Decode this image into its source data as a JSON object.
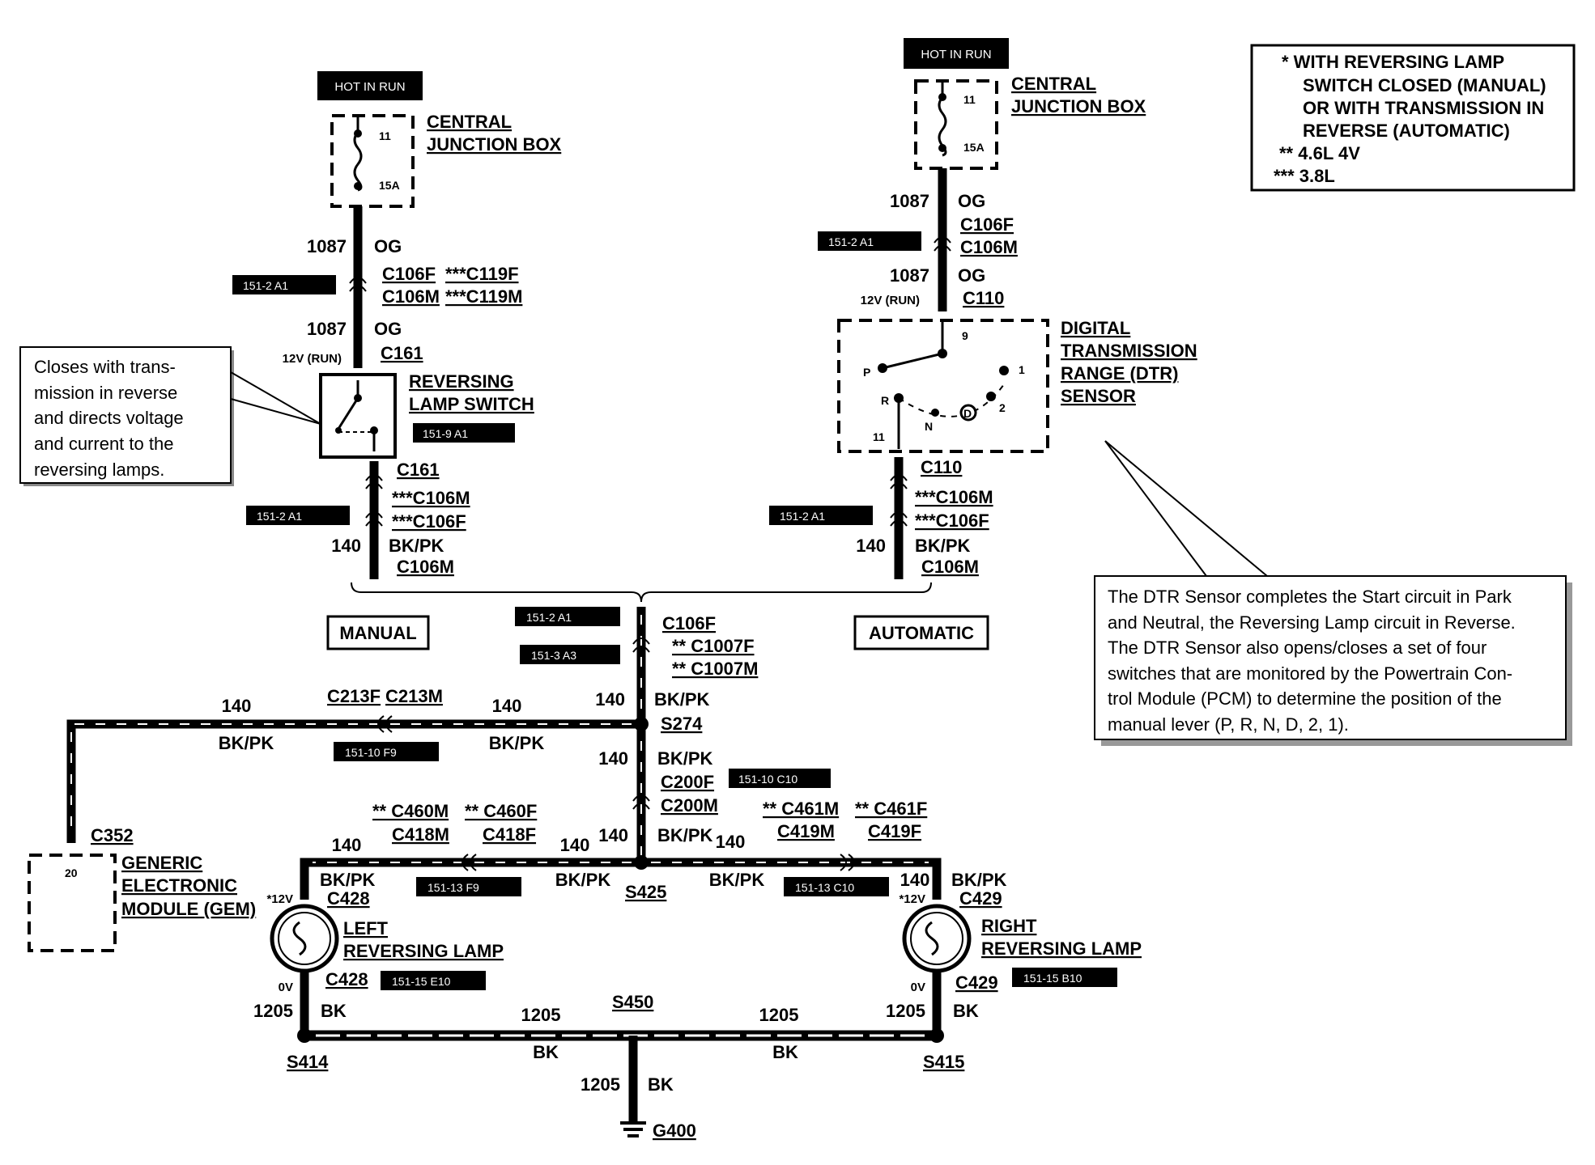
{
  "legend": {
    "line1": "* WITH REVERSING LAMP",
    "line2": "SWITCH CLOSED (MANUAL)",
    "line3": "OR WITH TRANSMISSION IN",
    "line4": "REVERSE (AUTOMATIC)",
    "line5": "** 4.6L 4V",
    "line6": "*** 3.8L"
  },
  "manual": {
    "hot": "HOT IN RUN",
    "cjb1": "CENTRAL",
    "cjb2": "JUNCTION BOX",
    "fuse_num": "11",
    "fuse_amp": "15A",
    "w1087a": "1087",
    "og_a": "OG",
    "ref1": "151-2 A1",
    "c106f": "C106F",
    "c119f": "***C119F",
    "c106m": "C106M",
    "c119m": "***C119M",
    "w1087b": "1087",
    "og_b": "OG",
    "v12": "12V (RUN)",
    "c161a": "C161",
    "rls1": "REVERSING",
    "rls2": "LAMP SWITCH",
    "ref_rls": "151-9 A1",
    "c161b": "C161",
    "c106m_b": "***C106M",
    "c106f_b": "***C106F",
    "ref2": "151-2 A1",
    "w140": "140",
    "bkpk": "BK/PK",
    "c106m_c": "C106M",
    "label": "MANUAL"
  },
  "callout": {
    "l1": "Closes with trans-",
    "l2": "mission in reverse",
    "l3": "and directs voltage",
    "l4": "and current to the",
    "l5": "reversing lamps."
  },
  "automatic": {
    "hot": "HOT IN RUN",
    "cjb1": "CENTRAL",
    "cjb2": "JUNCTION BOX",
    "fuse_num": "11",
    "fuse_amp": "15A",
    "w1087a": "1087",
    "og_a": "OG",
    "ref1": "151-2 A1",
    "c106f": "C106F",
    "c106m": "C106M",
    "w1087b": "1087",
    "og_b": "OG",
    "v12": "12V (RUN)",
    "c110a": "C110",
    "dtr1": "DIGITAL",
    "dtr2": "TRANSMISSION",
    "dtr3": "RANGE (DTR)",
    "dtr4": "SENSOR",
    "pin9": "9",
    "pin11": "11",
    "posP": "P",
    "posR": "R",
    "posN": "N",
    "posD": "D",
    "pos2": "2",
    "pos1": "1",
    "c110b": "C110",
    "c106m_b": "***C106M",
    "c106f_b": "***C106F",
    "ref2": "151-2 A1",
    "w140": "140",
    "bkpk": "BK/PK",
    "c106m_c": "C106M",
    "label": "AUTOMATIC"
  },
  "dtr_note": {
    "l1": "The DTR Sensor completes the Start circuit in Park",
    "l2": "and Neutral, the Reversing Lamp circuit in Reverse.",
    "l3": "The DTR Sensor also opens/closes a set of four",
    "l4": "switches that are monitored by the Powertrain Con-",
    "l5": "trol Module (PCM) to determine the position of the",
    "l6": "manual lever (P, R, N, D, 2, 1)."
  },
  "center": {
    "ref1": "151-2 A1",
    "ref2": "151-3 A3",
    "c106f": "C106F",
    "c1007f": "** C1007F",
    "c1007m": "** C1007M",
    "w140a": "140",
    "bkpk_a": "BK/PK",
    "s274": "S274",
    "w140b": "140",
    "bkpk_b": "BK/PK",
    "c200f": "C200F",
    "ref3": "151-10 C10",
    "c200m": "C200M",
    "w140c": "140",
    "bkpk_c": "BK/PK",
    "s425": "S425"
  },
  "gem_branch": {
    "w140a": "140",
    "c213f": "C213F",
    "c213m": "C213M",
    "w140b": "140",
    "bkpk_a": "BK/PK",
    "bkpk_b": "BK/PK",
    "ref": "151-10 F9",
    "c352": "C352",
    "pin20": "20",
    "gem1": "GENERIC",
    "gem2": "ELECTRONIC",
    "gem3": "MODULE (GEM)"
  },
  "left_lamp": {
    "c460m": "** C460M",
    "c418m": "C418M",
    "c460f": "** C460F",
    "c418f": "C418F",
    "w140a": "140",
    "w140b": "140",
    "bkpk_a": "BK/PK",
    "bkpk_b": "BK/PK",
    "c428a": "C428",
    "ref_w": "151-13 F9",
    "v12": "*12V",
    "lamp1": "LEFT",
    "lamp2": "REVERSING LAMP",
    "ref_lamp": "151-15 E10",
    "v0": "0V",
    "c428b": "C428",
    "w1205": "1205",
    "bk": "BK",
    "s414": "S414"
  },
  "right_lamp": {
    "c461m": "** C461M",
    "c419m": "C419M",
    "c461f": "** C461F",
    "c419f": "C419F",
    "w140a": "140",
    "w140b": "140",
    "bkpk_a": "BK/PK",
    "bkpk_b": "BK/PK",
    "c429a": "C429",
    "ref_w": "151-13 C10",
    "v12": "*12V",
    "lamp1": "RIGHT",
    "lamp2": "REVERSING LAMP",
    "ref_lamp": "151-15 B10",
    "v0": "0V",
    "c429b": "C429",
    "w1205": "1205",
    "bk": "BK",
    "s415": "S415"
  },
  "ground": {
    "w1205a": "1205",
    "bk_a": "BK",
    "s450": "S450",
    "w1205b": "1205",
    "bk_b": "BK",
    "w1205c": "1205",
    "bk_c": "BK",
    "g400": "G400"
  }
}
